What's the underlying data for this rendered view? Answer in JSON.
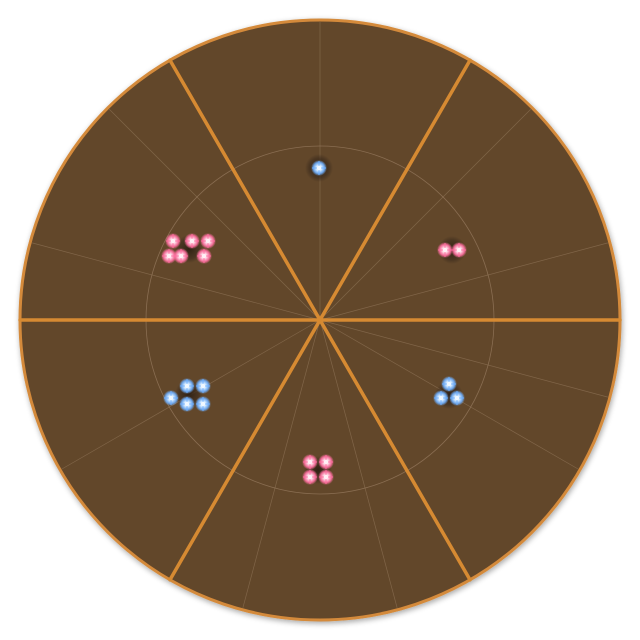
{
  "board": {
    "colors": {
      "background": "#ffffff",
      "board_fill": "#62462b",
      "rim": "#d48a3a",
      "sector_line": "#d68a32",
      "guide_line": "#9a7e62",
      "socket": "#3a2a1c",
      "red_glow": "#ff6fa0",
      "red_core": "#fff0f5",
      "blue_glow": "#6fb0ff",
      "blue_core": "#f0f8ff"
    },
    "sectors": 6,
    "pits": [
      {
        "name": "pit-top",
        "stones": [
          {
            "color": "blue"
          }
        ]
      },
      {
        "name": "pit-upper-right",
        "stones": [
          {
            "color": "red"
          },
          {
            "color": "red"
          }
        ]
      },
      {
        "name": "pit-lower-right",
        "stones": [
          {
            "color": "blue"
          },
          {
            "color": "blue"
          },
          {
            "color": "blue"
          }
        ]
      },
      {
        "name": "pit-bottom",
        "stones": [
          {
            "color": "red"
          },
          {
            "color": "red"
          },
          {
            "color": "red"
          },
          {
            "color": "red"
          }
        ]
      },
      {
        "name": "pit-lower-left",
        "stones": [
          {
            "color": "blue"
          },
          {
            "color": "blue"
          },
          {
            "color": "blue"
          },
          {
            "color": "blue"
          },
          {
            "color": "blue"
          }
        ]
      },
      {
        "name": "pit-upper-left",
        "stones": [
          {
            "color": "red"
          },
          {
            "color": "red"
          },
          {
            "color": "red"
          },
          {
            "color": "red"
          },
          {
            "color": "red"
          },
          {
            "color": "red"
          }
        ]
      }
    ]
  }
}
